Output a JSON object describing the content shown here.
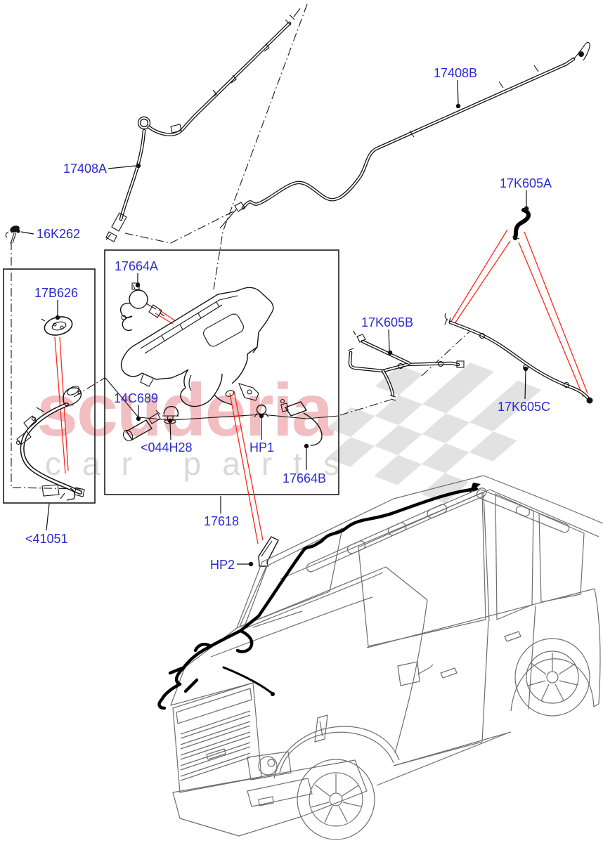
{
  "watermark": {
    "brand": "scuderia",
    "tagline": "car parts",
    "brand_color": "#f2bec1",
    "tagline_color": "#d9d9d9",
    "checker_color": "#e2e2e2"
  },
  "colors": {
    "label_blue": "#2b2bd0",
    "pointer_red": "#fb281c",
    "line_black": "#141414",
    "vehicle_gray": "#6e6e6e"
  },
  "labels": [
    {
      "code": "17408A"
    },
    {
      "code": "17408B"
    },
    {
      "code": "17K605A"
    },
    {
      "code": "16K262"
    },
    {
      "code": "17664A"
    },
    {
      "code": "17B626"
    },
    {
      "code": "17K605B"
    },
    {
      "code": "14C689"
    },
    {
      "code": "<044H28"
    },
    {
      "code": "HP1"
    },
    {
      "code": "17664B"
    },
    {
      "code": "17K605C"
    },
    {
      "code": "<41051"
    },
    {
      "code": "17618"
    },
    {
      "code": "HP2"
    }
  ]
}
